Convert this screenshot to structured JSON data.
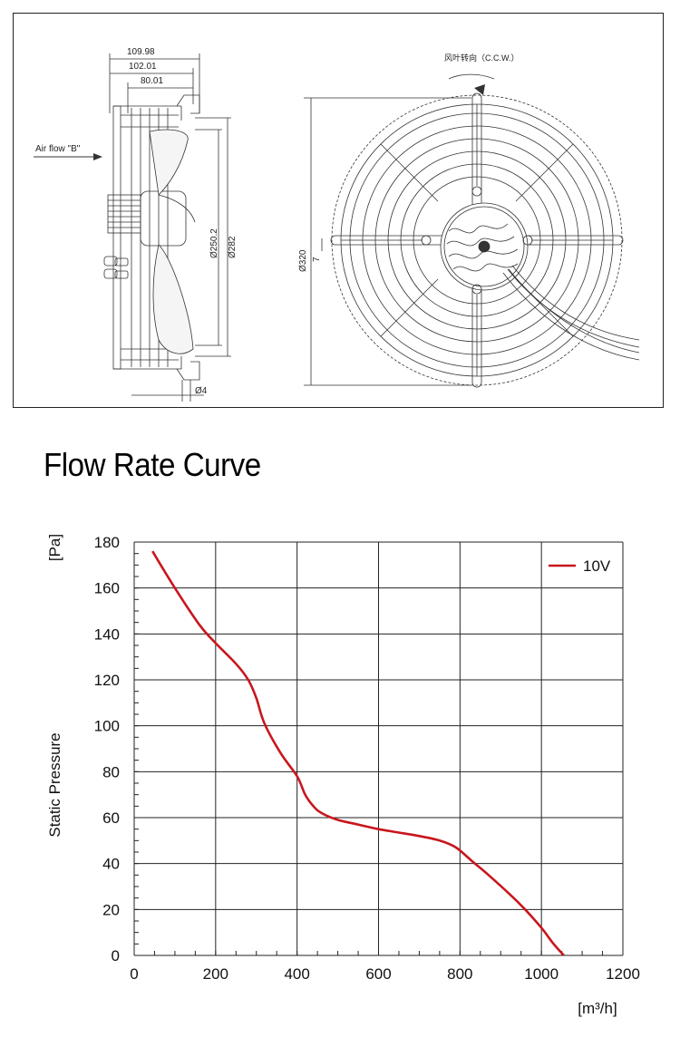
{
  "drawing": {
    "dims_top": [
      "109.98",
      "102.01",
      "80.01"
    ],
    "airflow_label": "Air flow \"B\"",
    "dia_inner": "Ø250.2",
    "dia_outer": "Ø282",
    "hole_dia": "Ø4",
    "dia_guard": "Ø320",
    "offset": "7",
    "rotation_label": "风叶转向（C.C.W.）"
  },
  "section_title": "Flow Rate Curve",
  "chart_data": {
    "type": "line",
    "xlabel": "[m³/h]",
    "ylabel": "Static Pressure",
    "yunit": "[Pa]",
    "xlim": [
      0,
      1200
    ],
    "ylim": [
      0,
      180
    ],
    "xticks": [
      "0",
      "200",
      "400",
      "600",
      "800",
      "1000",
      "1200"
    ],
    "yticks": [
      "0",
      "20",
      "40",
      "60",
      "80",
      "100",
      "120",
      "140",
      "160",
      "180"
    ],
    "grid": true,
    "legend": "top-right",
    "series": [
      {
        "name": "10V",
        "color": "#c8161d",
        "x": [
          45,
          100,
          160,
          200,
          250,
          280,
          300,
          320,
          360,
          400,
          420,
          440,
          460,
          500,
          550,
          600,
          650,
          700,
          750,
          790,
          830,
          870,
          920,
          960,
          1000,
          1030,
          1055
        ],
        "y": [
          176,
          160,
          144,
          136,
          127,
          120,
          112,
          101,
          88,
          78,
          70,
          65,
          62,
          59,
          57,
          55,
          53.5,
          52,
          50,
          47,
          41,
          35,
          27,
          20,
          12,
          5,
          0
        ]
      }
    ]
  }
}
